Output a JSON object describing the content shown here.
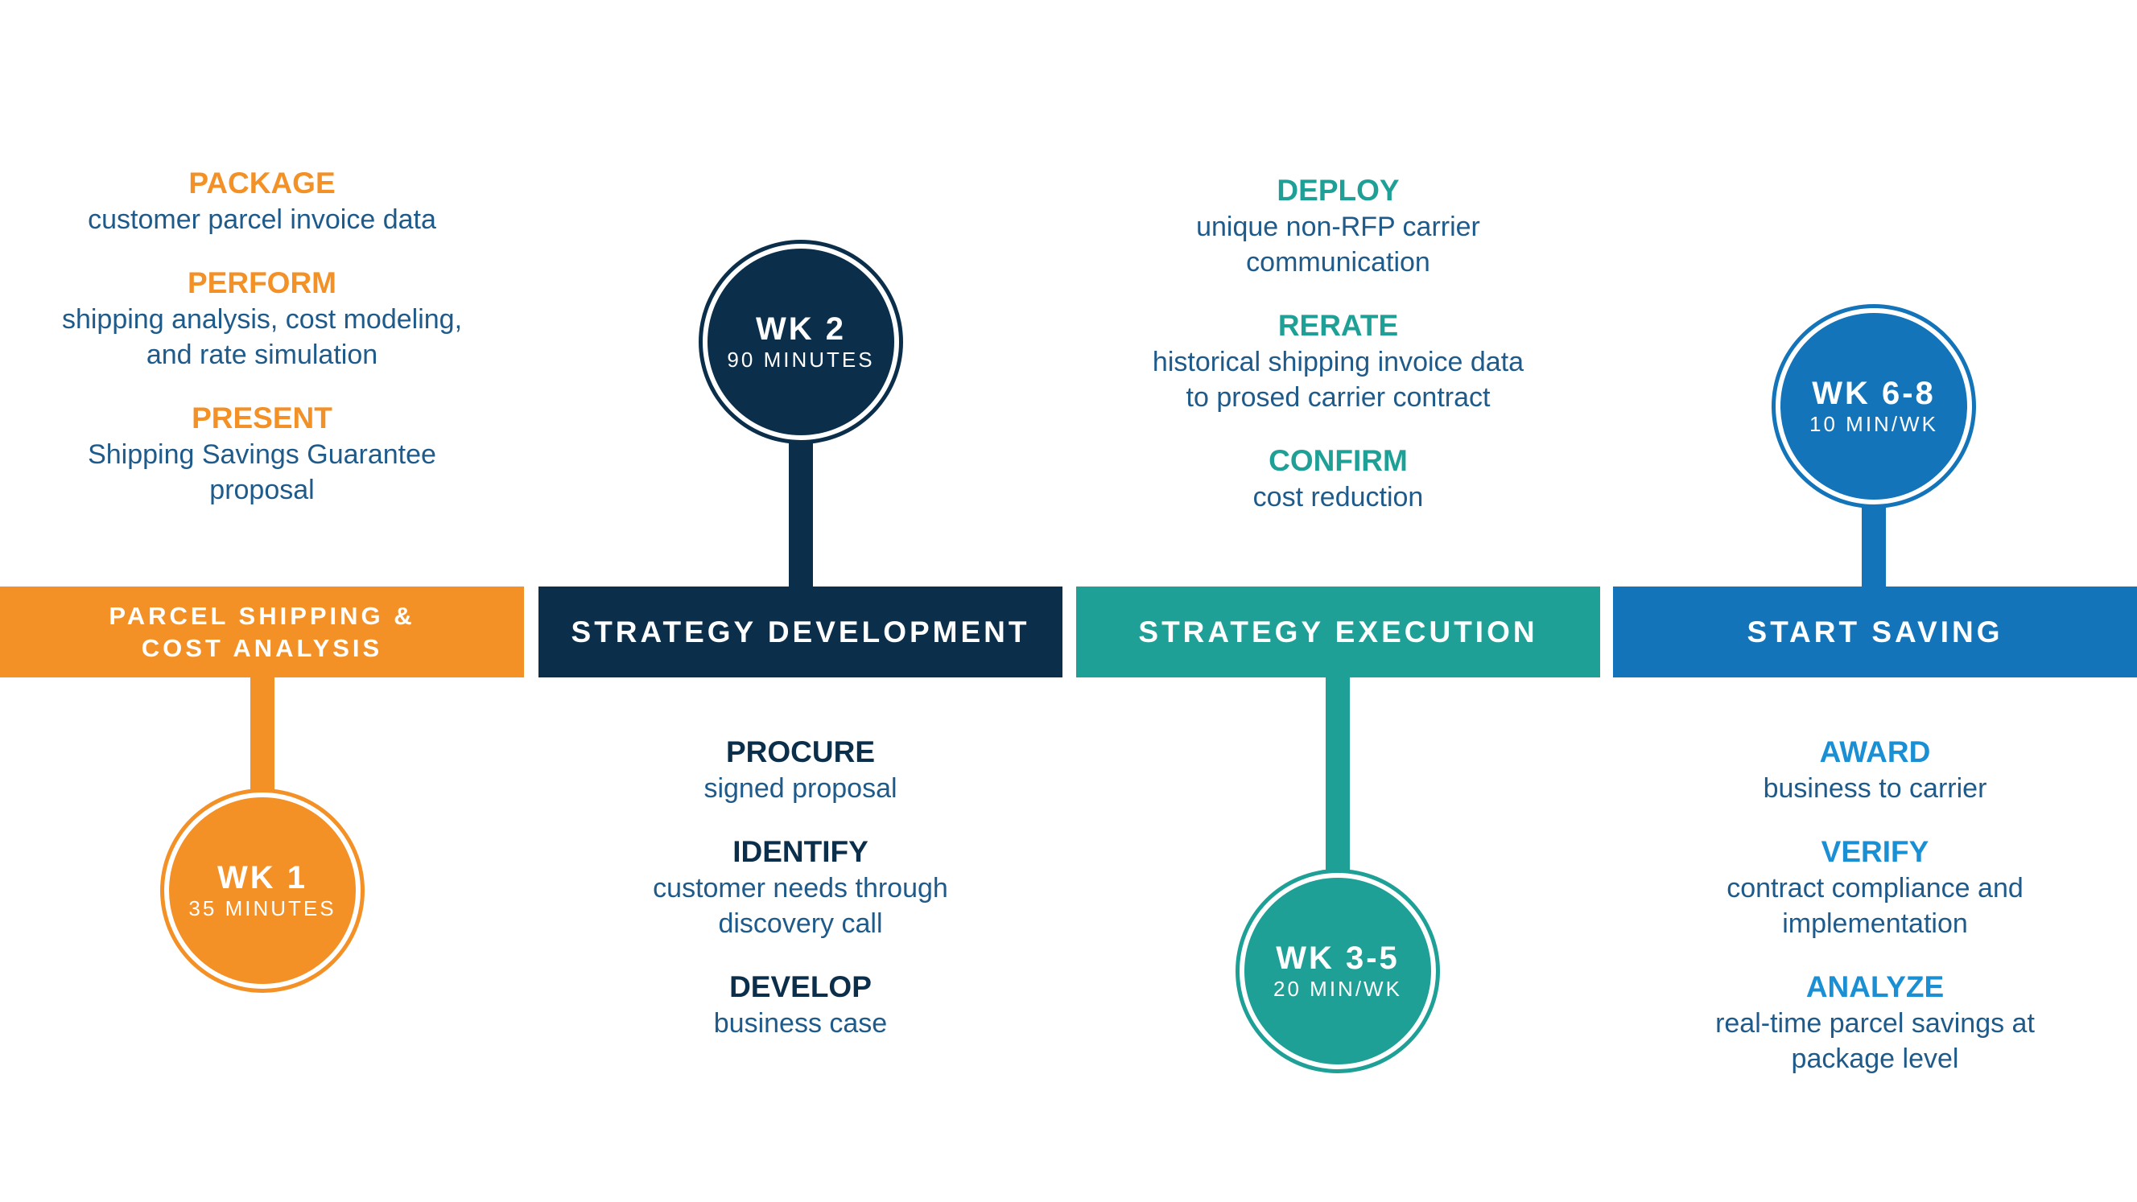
{
  "colors": {
    "orange": "#f39127",
    "navy": "#0b2f4b",
    "teal": "#1fa097",
    "blue": "#1374b9",
    "desc_text": "#1e5a8a"
  },
  "stages": [
    {
      "bar_label_line1": "PARCEL SHIPPING &",
      "bar_label_line2": "COST ANALYSIS",
      "circle_week": "WK 1",
      "circle_duration": "35 MINUTES",
      "items": [
        {
          "head": "PACKAGE",
          "desc": [
            "customer parcel invoice data"
          ]
        },
        {
          "head": "PERFORM",
          "desc": [
            "shipping analysis, cost modeling,",
            "and rate simulation"
          ]
        },
        {
          "head": "PRESENT",
          "desc": [
            "Shipping Savings Guarantee",
            "proposal"
          ]
        }
      ]
    },
    {
      "bar_label": "STRATEGY DEVELOPMENT",
      "circle_week": "WK 2",
      "circle_duration": "90 MINUTES",
      "items": [
        {
          "head": "PROCURE",
          "desc": [
            "signed proposal"
          ]
        },
        {
          "head": "IDENTIFY",
          "desc": [
            "customer needs through",
            "discovery call"
          ]
        },
        {
          "head": "DEVELOP",
          "desc": [
            "business case"
          ]
        }
      ]
    },
    {
      "bar_label": "STRATEGY EXECUTION",
      "circle_week": "WK 3-5",
      "circle_duration": "20 MIN/WK",
      "items": [
        {
          "head": "DEPLOY",
          "desc": [
            "unique non-RFP carrier",
            "communication"
          ]
        },
        {
          "head": "RERATE",
          "desc": [
            "historical shipping invoice data",
            "to prosed carrier contract"
          ]
        },
        {
          "head": "CONFIRM",
          "desc": [
            "cost reduction"
          ]
        }
      ]
    },
    {
      "bar_label": "START SAVING",
      "circle_week": "WK 6-8",
      "circle_duration": "10 MIN/WK",
      "items": [
        {
          "head": "AWARD",
          "desc": [
            "business to carrier"
          ]
        },
        {
          "head": "VERIFY",
          "desc": [
            "contract compliance and",
            "implementation"
          ]
        },
        {
          "head": "ANALYZE",
          "desc": [
            "real-time parcel savings at",
            "package level"
          ]
        }
      ]
    }
  ]
}
